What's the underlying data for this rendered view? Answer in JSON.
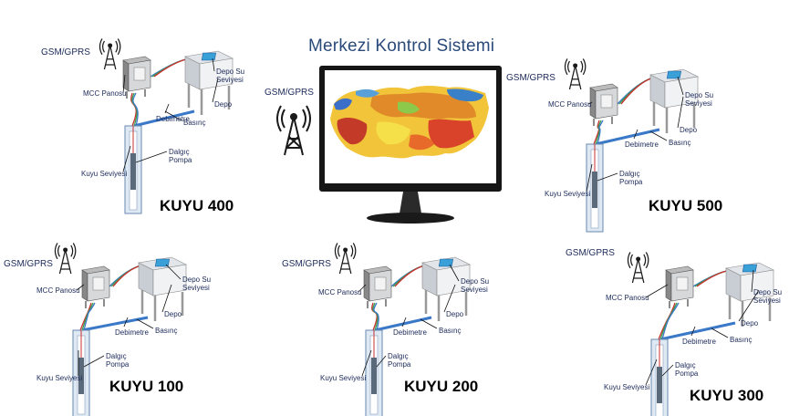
{
  "title": "Merkezi Kontrol Sistemi",
  "central": {
    "gsm": "GSM/GPRS"
  },
  "labels": {
    "gsm": "GSM/GPRS",
    "mcc": "MCC Panosu",
    "depo_su": "Depo Su",
    "seviyesi": "Seviyesi",
    "depo": "Depo",
    "basinc": "Basınç",
    "debimetre": "Debimetre",
    "dalgic": "Dalgıç",
    "pompa": "Pompa",
    "kuyu_seviyesi": "Kuyu Seviyesi"
  },
  "stations": [
    {
      "name": "KUYU 400"
    },
    {
      "name": "KUYU 500"
    },
    {
      "name": "KUYU 100"
    },
    {
      "name": "KUYU 200"
    },
    {
      "name": "KUYU 300"
    }
  ],
  "colors": {
    "title": "#2a4a7a",
    "labels": "#1c2a5a",
    "pipe_blue": "#3a78c8",
    "pipe_green": "#3aa04a",
    "pipe_red": "#c83030"
  }
}
